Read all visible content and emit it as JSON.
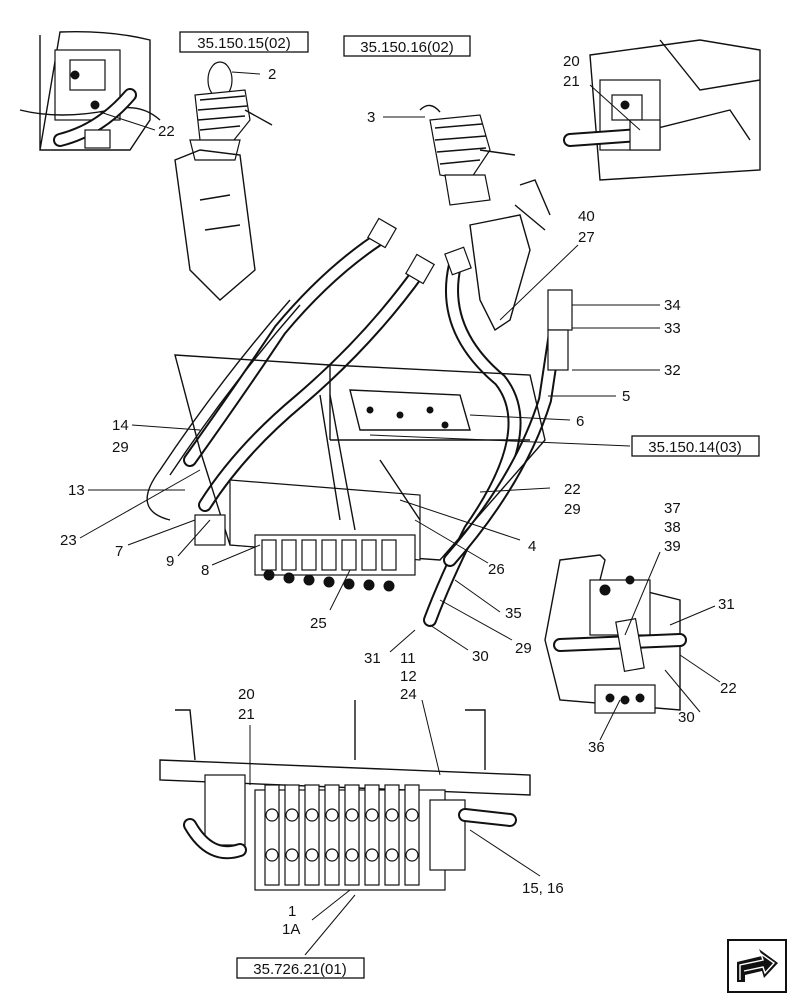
{
  "refs": {
    "r1": "35.150.15(02)",
    "r2": "35.150.16(02)",
    "r3": "35.150.14(03)",
    "r4": "35.726.21(01)"
  },
  "labels": {
    "l2": "2",
    "l22a": "22",
    "l20a": "20",
    "l21a": "21",
    "l3": "3",
    "l40": "40",
    "l27": "27",
    "l34": "34",
    "l33": "33",
    "l32": "32",
    "l5": "5",
    "l6": "6",
    "l14": "14",
    "l29a": "29",
    "l13": "13",
    "l22b": "22",
    "l29b": "29",
    "l23": "23",
    "l7": "7",
    "l9": "9",
    "l8": "8",
    "l4": "4",
    "l26": "26",
    "l25": "25",
    "l35": "35",
    "l29c": "29",
    "l31a": "31",
    "l30a": "30",
    "l11": "11",
    "l12": "12",
    "l24": "24",
    "l37": "37",
    "l38": "38",
    "l39": "39",
    "l31b": "31",
    "l22c": "22",
    "l30b": "30",
    "l36": "36",
    "l20b": "20",
    "l21b": "21",
    "l1516": "15, 16",
    "l1": "1",
    "l1A": "1A"
  },
  "icons": {
    "nav": "next-page-arrow-icon"
  }
}
